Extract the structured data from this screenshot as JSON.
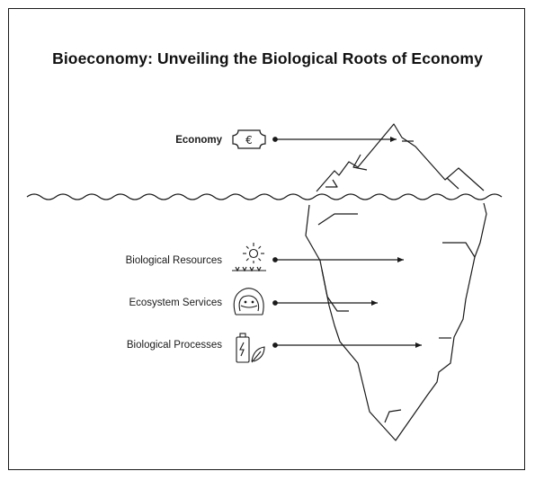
{
  "title": "Bioeconomy: Unveiling the Biological Roots of Economy",
  "diagram": {
    "above_water": [
      {
        "label": "Economy",
        "icon": "euro-banknote-icon",
        "emphasis": "bold"
      }
    ],
    "below_water": [
      {
        "label": "Biological Resources",
        "icon": "sun-and-grass-icon"
      },
      {
        "label": "Ecosystem Services",
        "icon": "person-face-icon"
      },
      {
        "label": "Biological Processes",
        "icon": "battery-leaf-icon"
      }
    ]
  },
  "colors": {
    "line": "#1a1a1a",
    "background": "#ffffff"
  }
}
